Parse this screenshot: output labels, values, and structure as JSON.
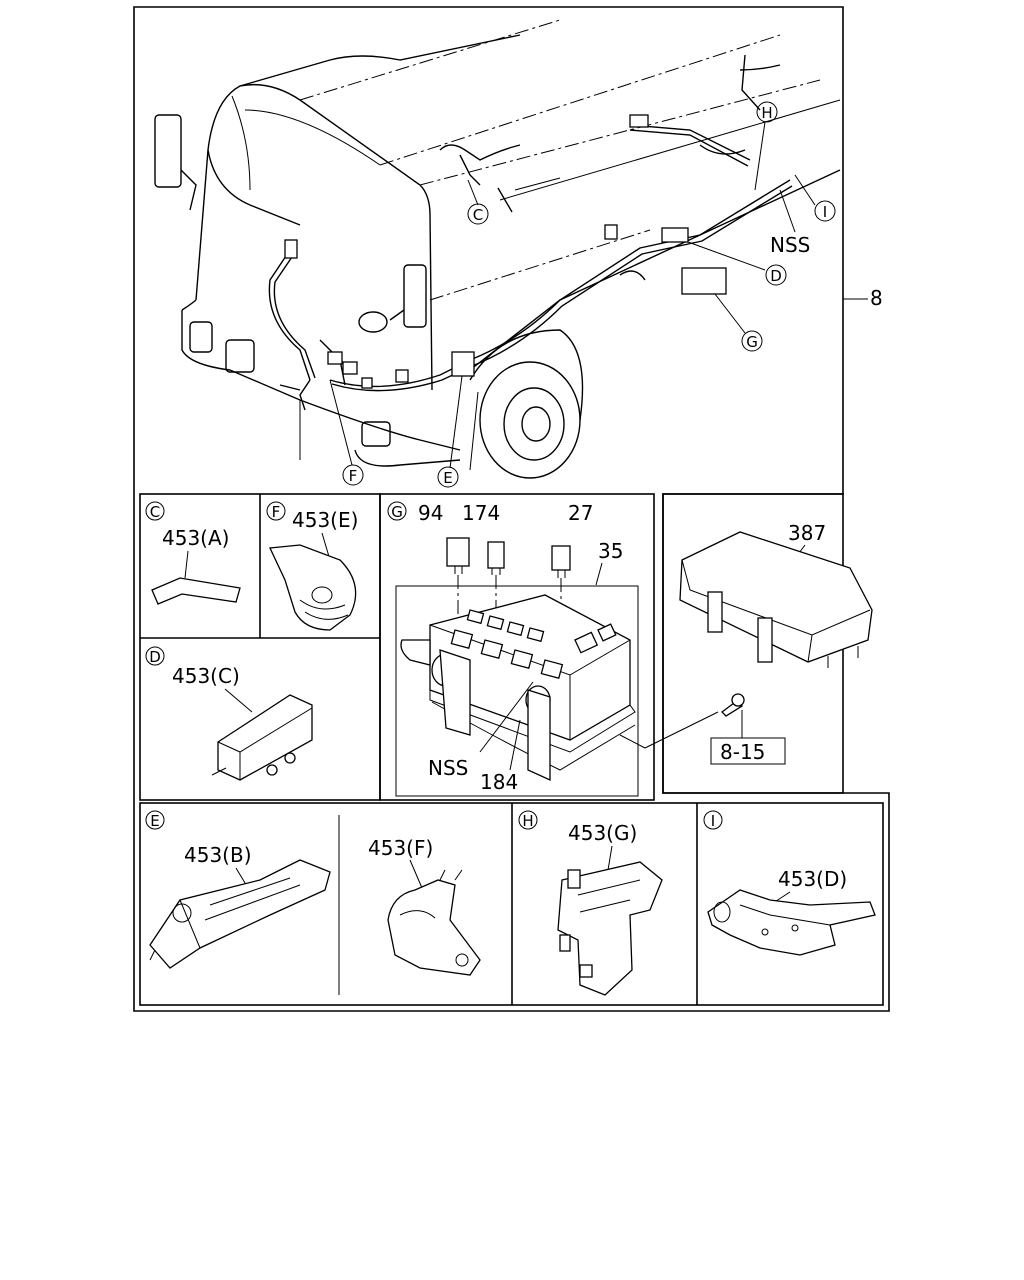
{
  "main_view": {
    "callouts": {
      "c": "C",
      "h": "H",
      "i": "I",
      "d": "D",
      "g": "G",
      "f": "F",
      "e": "E"
    },
    "labels": {
      "nss": "NSS",
      "assembly": "8"
    }
  },
  "panel_c": {
    "letter": "C",
    "part": "453(A)"
  },
  "panel_f": {
    "letter": "F",
    "part": "453(E)"
  },
  "panel_d": {
    "letter": "D",
    "part": "453(C)"
  },
  "panel_g": {
    "letter": "G",
    "parts": {
      "relay_a": "94",
      "relay_b": "174",
      "fuse": "27",
      "box": "35",
      "nss": "NSS",
      "block": "184"
    }
  },
  "panel_cover": {
    "part": "387",
    "ref": "8-15"
  },
  "panel_e": {
    "letter": "E",
    "part_b": "453(B)",
    "part_f": "453(F)"
  },
  "panel_h": {
    "letter": "H",
    "part": "453(G)"
  },
  "panel_i": {
    "letter": "I",
    "part": "453(D)"
  }
}
